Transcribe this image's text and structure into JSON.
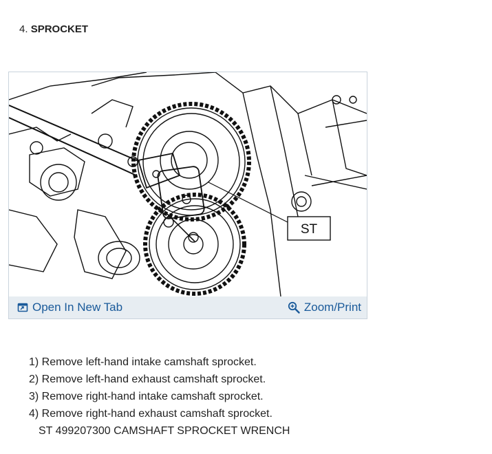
{
  "section": {
    "number": "4.",
    "title": "SPROCKET"
  },
  "figure": {
    "callout": "ST",
    "open_label": "Open In New Tab",
    "zoom_label": "Zoom/Print",
    "open_icon": "open-in-new-tab-icon",
    "zoom_icon": "magnifier-zoom-icon"
  },
  "steps": [
    "1) Remove left-hand intake camshaft sprocket.",
    "2) Remove left-hand exhaust camshaft sprocket.",
    "3) Remove right-hand intake camshaft sprocket.",
    "4) Remove right-hand exhaust camshaft sprocket."
  ],
  "tool_note": "ST 499207300 CAMSHAFT SPROCKET WRENCH",
  "colors": {
    "link": "#1a5a9a",
    "bar_bg": "#e7edf2",
    "border": "#c9d3dc",
    "text": "#222222"
  }
}
